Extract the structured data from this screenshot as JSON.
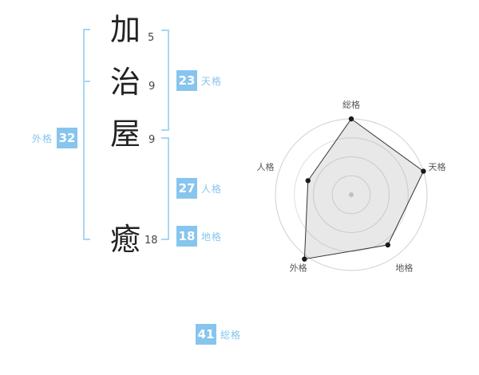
{
  "colors": {
    "accent": "#87C5EE",
    "bracket": "#A8D7F3"
  },
  "name": {
    "characters": [
      {
        "char": "加",
        "strokes": "5"
      },
      {
        "char": "治",
        "strokes": "9"
      },
      {
        "char": "屋",
        "strokes": "9"
      },
      {
        "char": "癒",
        "strokes": "18"
      }
    ]
  },
  "kaku": {
    "tenkaku": {
      "value": "23",
      "label": "天格"
    },
    "jinkaku": {
      "value": "27",
      "label": "人格"
    },
    "chikaku": {
      "value": "18",
      "label": "地格"
    },
    "gaikaku": {
      "value": "32",
      "label": "外格"
    },
    "soukaku": {
      "value": "41",
      "label": "総格"
    }
  },
  "chart_data": {
    "type": "radar",
    "title": "",
    "axes": [
      "総格",
      "天格",
      "地格",
      "外格",
      "人格"
    ],
    "values": [
      100,
      100,
      82,
      105,
      60
    ],
    "max": 100,
    "rings": 4,
    "angles_deg": [
      90,
      18,
      -54,
      -126,
      162
    ],
    "grid": "circular",
    "legend": "none"
  }
}
